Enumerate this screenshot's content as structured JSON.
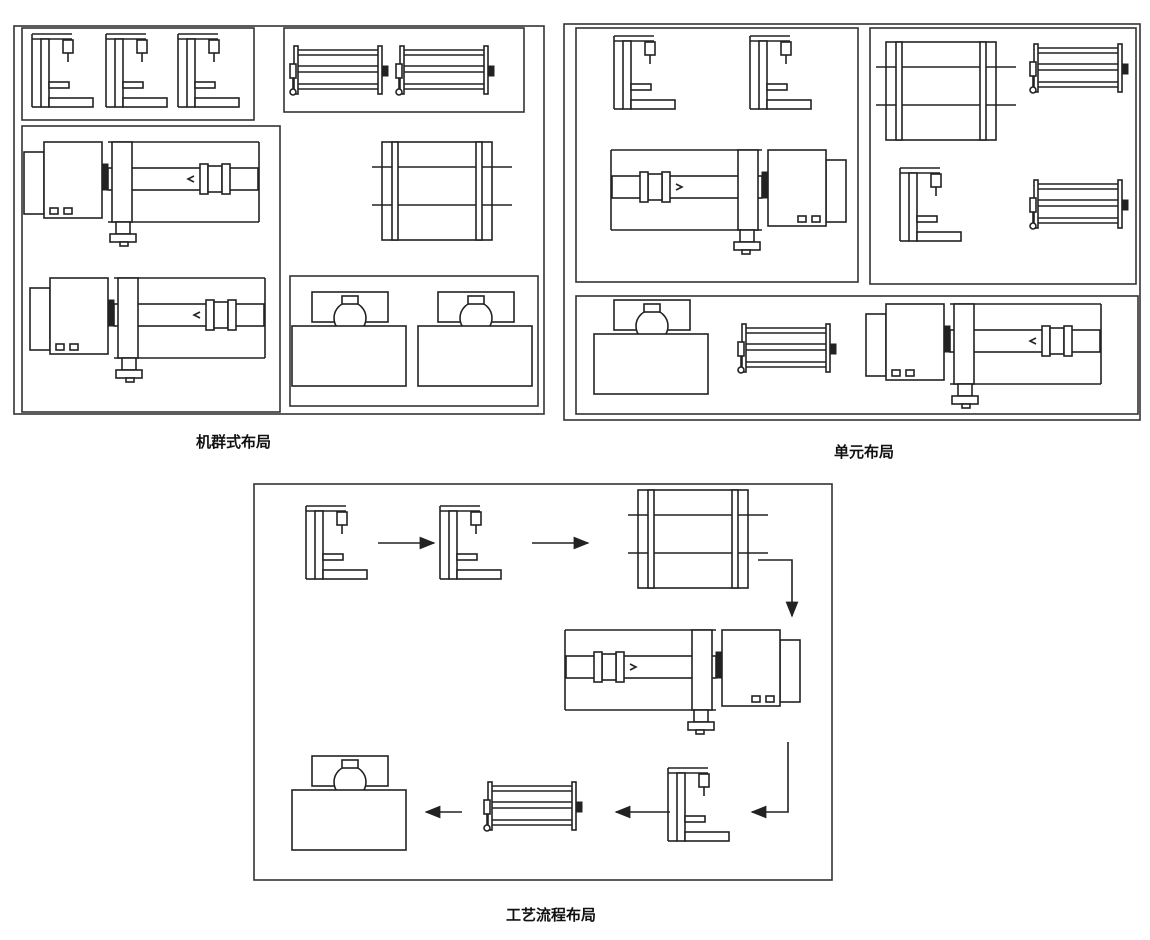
{
  "captions": {
    "group": "机群式布局",
    "cell": "单元布局",
    "process": "工艺流程布局"
  }
}
